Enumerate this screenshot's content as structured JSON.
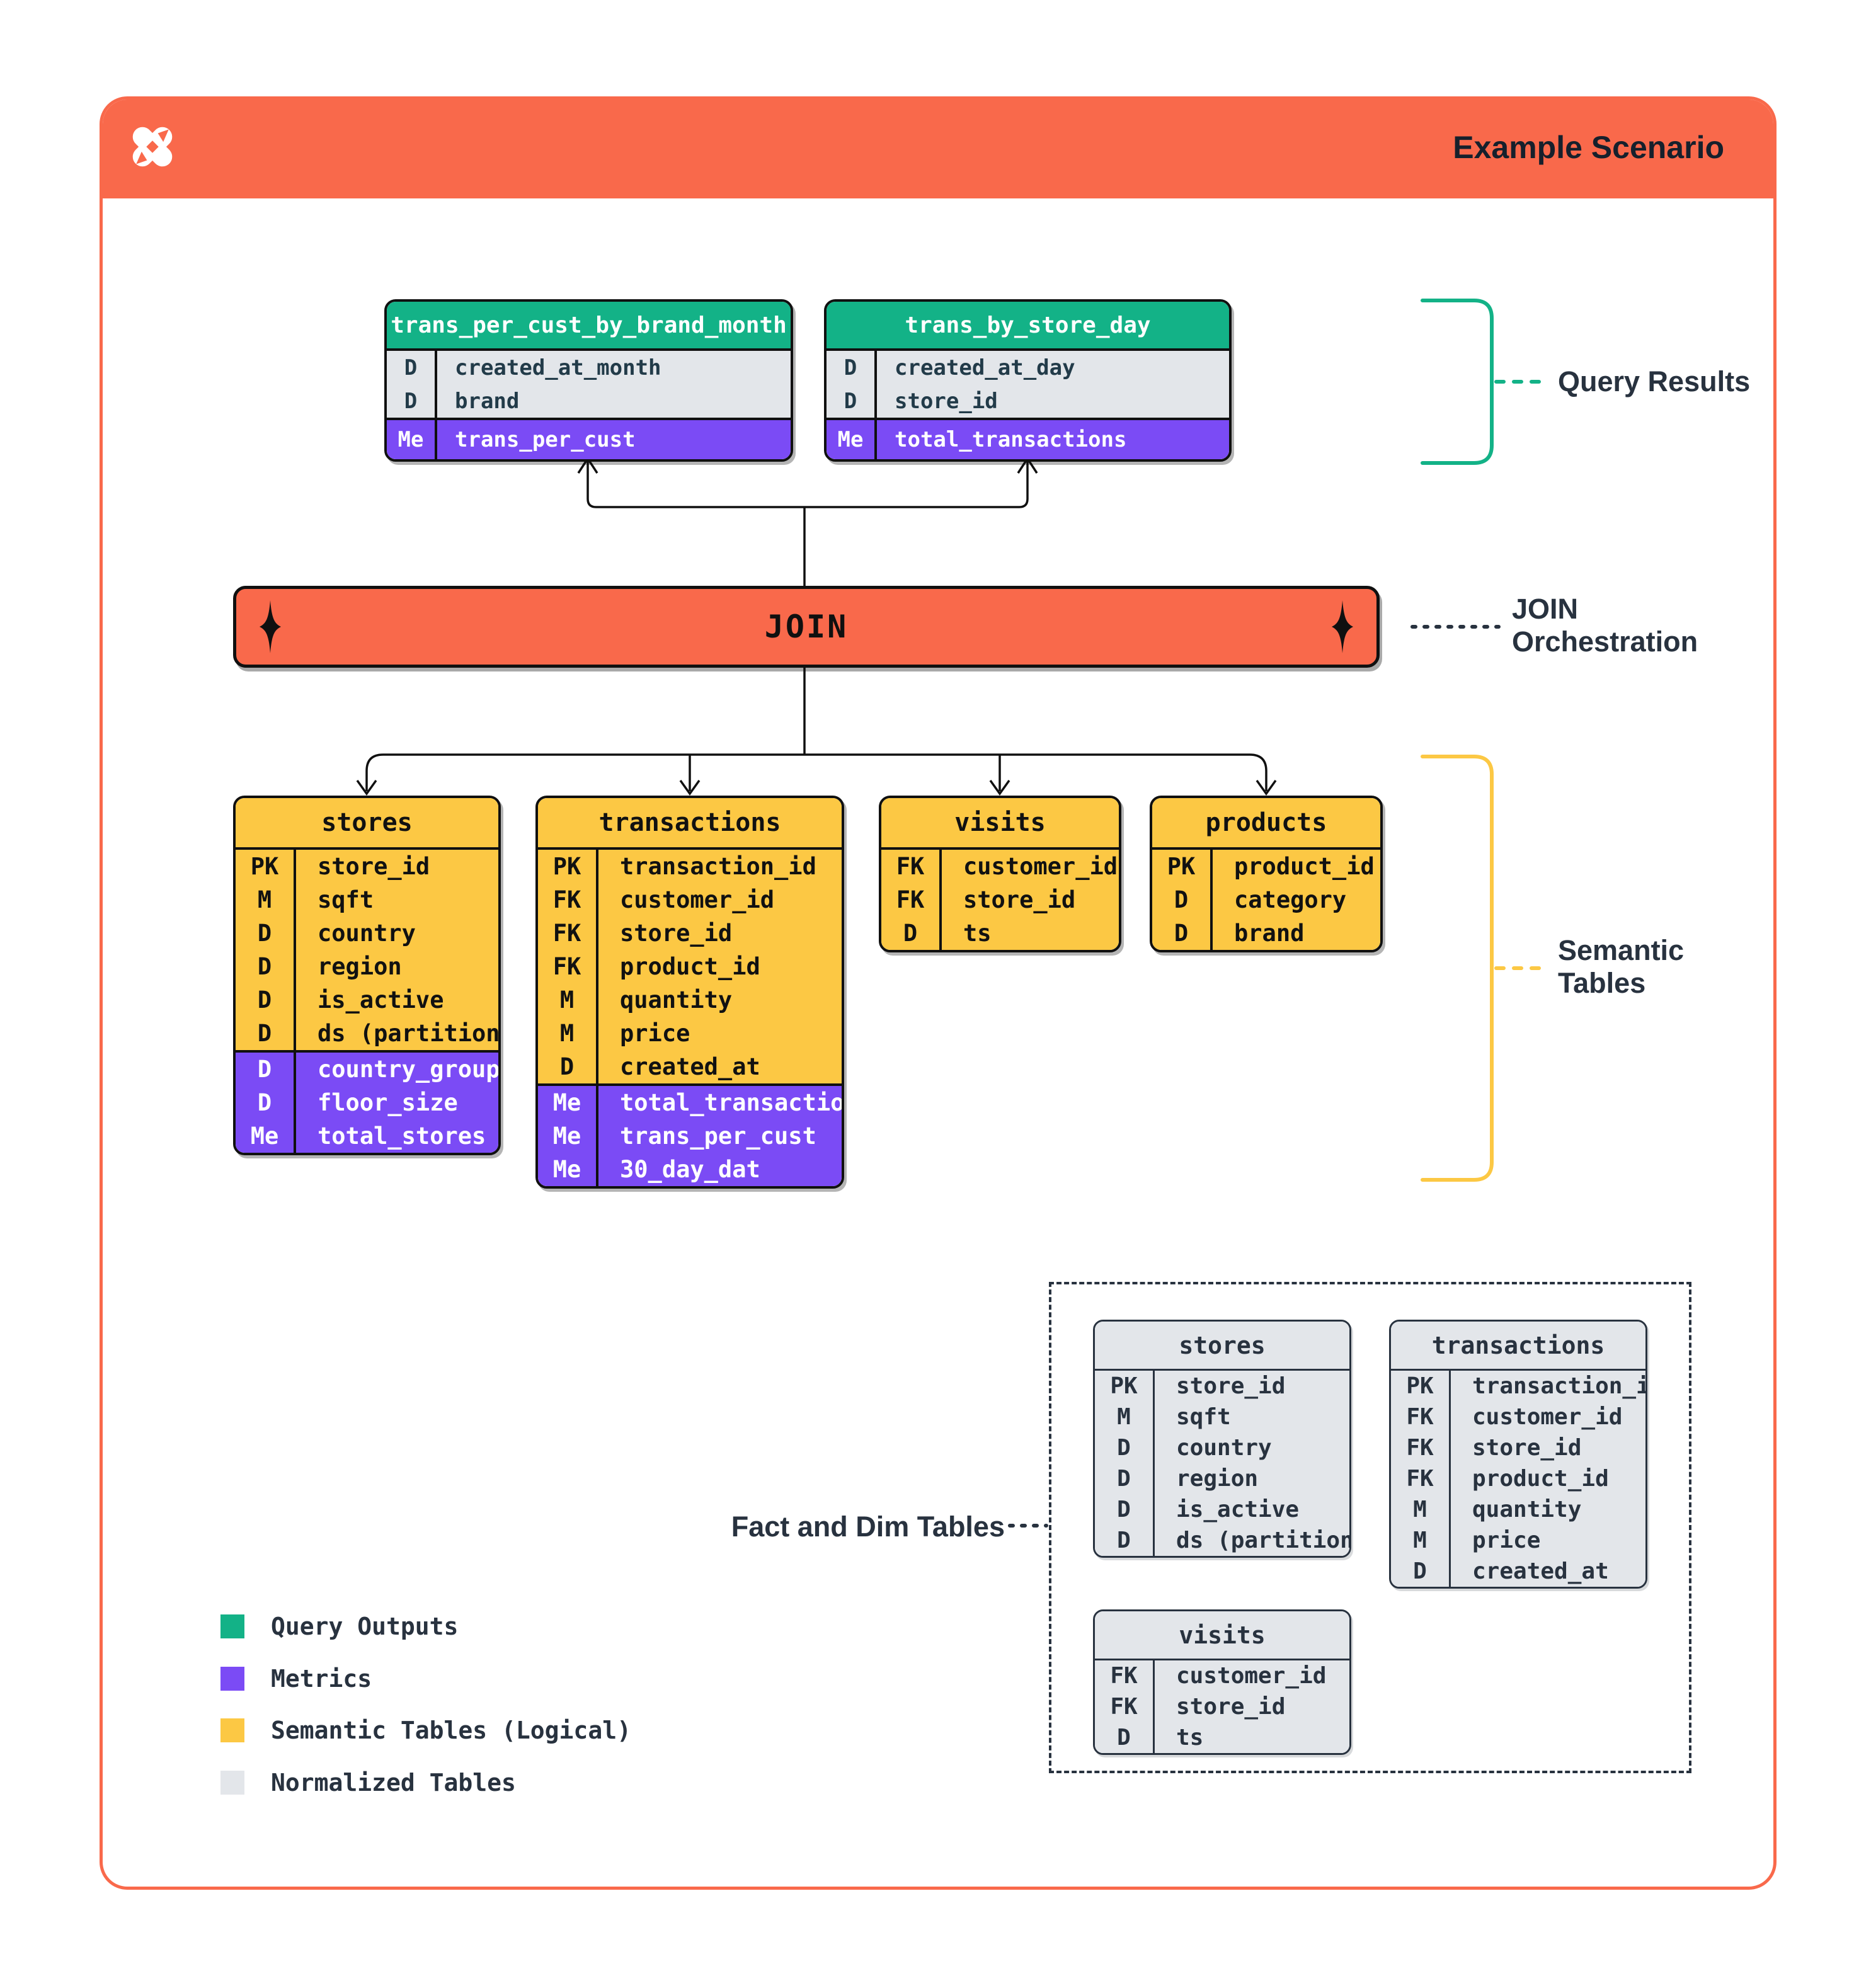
{
  "header": {
    "logo": "dremio-pinwheel-logo",
    "title": "Example Scenario"
  },
  "join_bar": {
    "label": "JOIN"
  },
  "side_labels": {
    "query_results": "Query Results",
    "join_orchestration_line1": "JOIN",
    "join_orchestration_line2": "Orchestration",
    "semantic_tables_line1": "Semantic",
    "semantic_tables_line2": "Tables",
    "fact_and_dim": "Fact and Dim Tables"
  },
  "query_results": [
    {
      "name": "trans_per_cust_by_brand_month",
      "dims": [
        {
          "k": "D",
          "n": "created_at_month"
        },
        {
          "k": "D",
          "n": "brand"
        }
      ],
      "metrics": [
        {
          "k": "Me",
          "n": "trans_per_cust"
        }
      ]
    },
    {
      "name": "trans_by_store_day",
      "dims": [
        {
          "k": "D",
          "n": "created_at_day"
        },
        {
          "k": "D",
          "n": "store_id"
        }
      ],
      "metrics": [
        {
          "k": "Me",
          "n": "total_transactions"
        }
      ]
    }
  ],
  "semantic_tables": [
    {
      "name": "stores",
      "cols": [
        {
          "k": "PK",
          "n": "store_id"
        },
        {
          "k": "M",
          "n": "sqft"
        },
        {
          "k": "D",
          "n": "country"
        },
        {
          "k": "D",
          "n": "region"
        },
        {
          "k": "D",
          "n": "is_active"
        },
        {
          "k": "D",
          "n": "ds (partition)"
        }
      ],
      "metrics": [
        {
          "k": "D",
          "n": "country_group"
        },
        {
          "k": "D",
          "n": "floor_size"
        },
        {
          "k": "Me",
          "n": "total_stores"
        }
      ]
    },
    {
      "name": "transactions",
      "cols": [
        {
          "k": "PK",
          "n": "transaction_id"
        },
        {
          "k": "FK",
          "n": "customer_id"
        },
        {
          "k": "FK",
          "n": "store_id"
        },
        {
          "k": "FK",
          "n": "product_id"
        },
        {
          "k": "M",
          "n": "quantity"
        },
        {
          "k": "M",
          "n": "price"
        },
        {
          "k": "D",
          "n": "created_at"
        }
      ],
      "metrics": [
        {
          "k": "Me",
          "n": "total_transactions"
        },
        {
          "k": "Me",
          "n": "trans_per_cust"
        },
        {
          "k": "Me",
          "n": "30_day_dat"
        }
      ]
    },
    {
      "name": "visits",
      "cols": [
        {
          "k": "FK",
          "n": "customer_id"
        },
        {
          "k": "FK",
          "n": "store_id"
        },
        {
          "k": "D",
          "n": "ts"
        }
      ],
      "metrics": []
    },
    {
      "name": "products",
      "cols": [
        {
          "k": "PK",
          "n": "product_id"
        },
        {
          "k": "D",
          "n": "category"
        },
        {
          "k": "D",
          "n": "brand"
        }
      ],
      "metrics": []
    }
  ],
  "normalized_tables": [
    {
      "name": "stores",
      "cols": [
        {
          "k": "PK",
          "n": "store_id"
        },
        {
          "k": "M",
          "n": "sqft"
        },
        {
          "k": "D",
          "n": "country"
        },
        {
          "k": "D",
          "n": "region"
        },
        {
          "k": "D",
          "n": "is_active"
        },
        {
          "k": "D",
          "n": "ds (partition)"
        }
      ]
    },
    {
      "name": "transactions",
      "cols": [
        {
          "k": "PK",
          "n": "transaction_id"
        },
        {
          "k": "FK",
          "n": "customer_id"
        },
        {
          "k": "FK",
          "n": "store_id"
        },
        {
          "k": "FK",
          "n": "product_id"
        },
        {
          "k": "M",
          "n": "quantity"
        },
        {
          "k": "M",
          "n": "price"
        },
        {
          "k": "D",
          "n": "created_at"
        }
      ]
    },
    {
      "name": "visits",
      "cols": [
        {
          "k": "FK",
          "n": "customer_id"
        },
        {
          "k": "FK",
          "n": "store_id"
        },
        {
          "k": "D",
          "n": "ts"
        }
      ]
    }
  ],
  "legend": [
    {
      "swatch_color": "#13B287",
      "label": "Query Outputs"
    },
    {
      "swatch_color": "#7B4BF5",
      "label": "Metrics"
    },
    {
      "swatch_color": "#FCC844",
      "label": "Semantic Tables (Logical)"
    },
    {
      "swatch_color": "#E3E6EA",
      "label": "Normalized Tables"
    }
  ],
  "colors": {
    "accent_orange": "#F9694B",
    "green": "#13B287",
    "purple": "#7B4BF5",
    "yellow": "#FCC844",
    "gray": "#E3E6EA",
    "navy": "#28323F"
  }
}
